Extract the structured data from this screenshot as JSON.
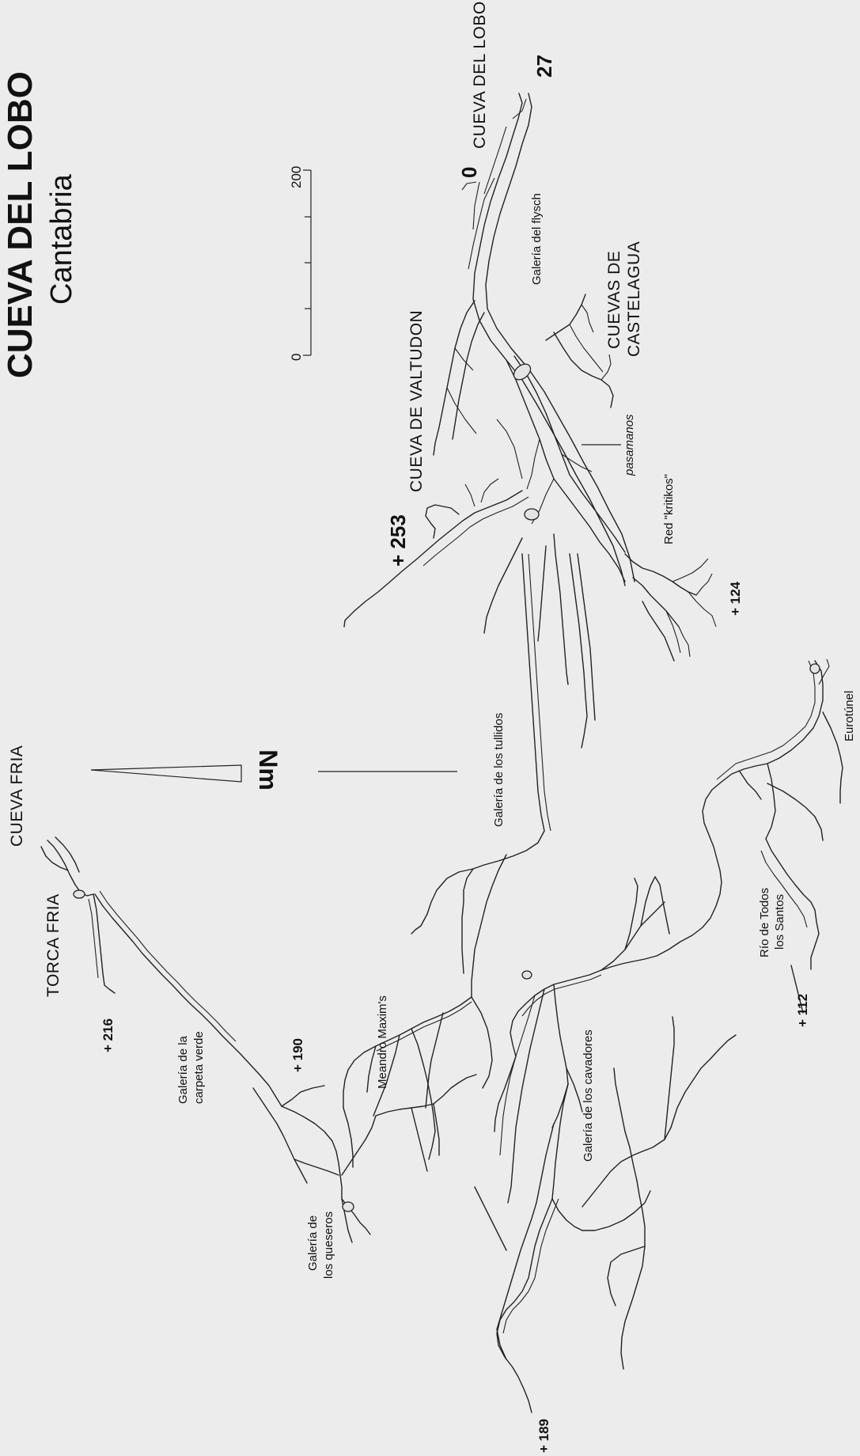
{
  "title": "CUEVA DEL LOBO",
  "subtitle": "Cantabria",
  "scale": {
    "min_label": "0",
    "max_label": "200"
  },
  "north_label": "Nm",
  "caves": {
    "cueva_del_lobo": "CUEVA DEL LOBO",
    "cueva_de_valtudon": "CUEVA DE VALTUDON",
    "cuevas_de_castelagua_1": "CUEVAS DE",
    "cuevas_de_castelagua_2": "CASTELAGUA",
    "cueva_fria": "CUEVA FRIA",
    "torca_fria": "TORCA FRIA"
  },
  "galleries": {
    "flysch": "Galería del flysch",
    "pasamanos": "pasamanos",
    "kritikos": "Red \"kritikos\"",
    "tullidos": "Galería de los tullidos",
    "eurotunel": "Eurotúnel",
    "rio_1": "Río de Todos",
    "rio_2": "los Santos",
    "cavadores": "Galería de los cavadores",
    "maxims": "Meandro Maxim's",
    "carpeta_1": "Galería de la",
    "carpeta_2": "carpeta verde",
    "queseros_1": "Galería de",
    "queseros_2": "los queseros"
  },
  "depths": {
    "zero": "0",
    "d27": "27",
    "d253": "+ 253",
    "d124": "+ 124",
    "d112": "+ 112",
    "d216": "+ 216",
    "d190": "+ 190",
    "d189": "+ 189"
  }
}
